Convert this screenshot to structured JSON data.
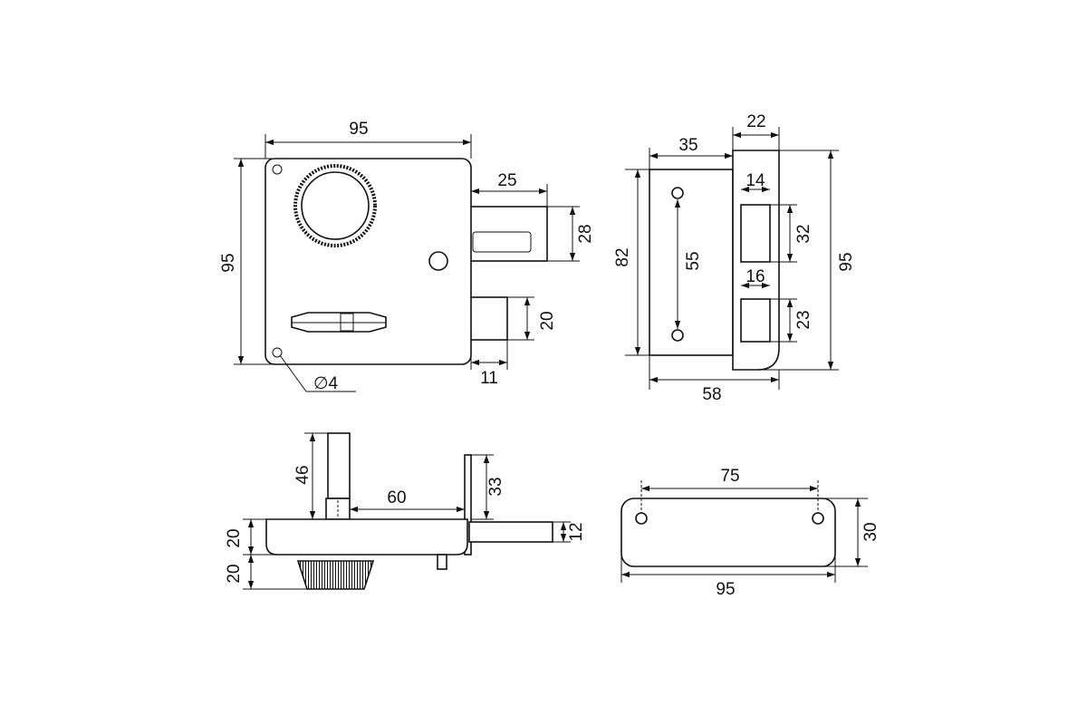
{
  "front_view": {
    "width": "95",
    "height": "95",
    "bolt_throw": "25",
    "bolt_height": "28",
    "latch_height": "20",
    "latch_throw": "11",
    "hole_diameter": "∅4"
  },
  "side_view": {
    "body_width": "35",
    "faceplate_width": "22",
    "slot_upper_width": "14",
    "slot_upper_height": "32",
    "slot_lower_width": "16",
    "slot_lower_height": "23",
    "hole_spacing": "55",
    "body_height": "82",
    "faceplate_height": "95",
    "total_depth": "58"
  },
  "top_view": {
    "spindle_length": "46",
    "spindle_offset": "60",
    "plate_height": "33",
    "bolt_thickness": "12",
    "body_thickness": "20",
    "knob_height": "20"
  },
  "strike_plate": {
    "hole_spacing": "75",
    "length": "95",
    "height": "30"
  },
  "colors": {
    "line": "#111111",
    "background": "#ffffff"
  }
}
